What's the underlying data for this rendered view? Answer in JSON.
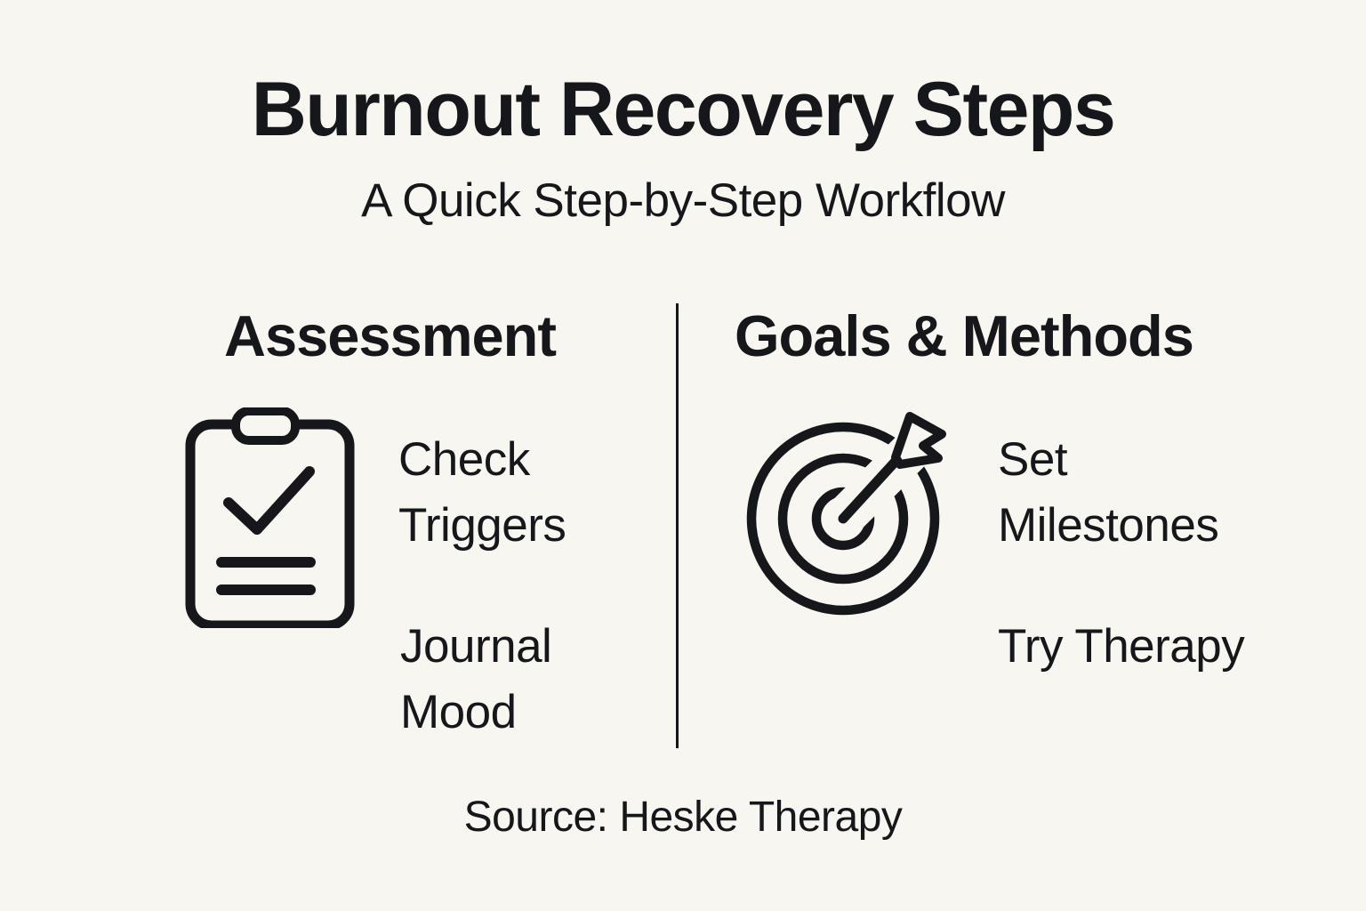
{
  "page": {
    "title": "Burnout Recovery Steps",
    "subtitle": "A Quick Step-by-Step Workflow",
    "source": "Source: Heske Therapy"
  },
  "colors": {
    "background": "#f8f6f1",
    "ink": "#16171b"
  },
  "columns": [
    {
      "header": "Assessment",
      "icon": "clipboard-check-icon",
      "items": [
        "Check Triggers",
        "Journal Mood"
      ]
    },
    {
      "header": "Goals & Methods",
      "icon": "target-dart-icon",
      "items": [
        "Set Milestones",
        "Try Therapy"
      ]
    }
  ]
}
